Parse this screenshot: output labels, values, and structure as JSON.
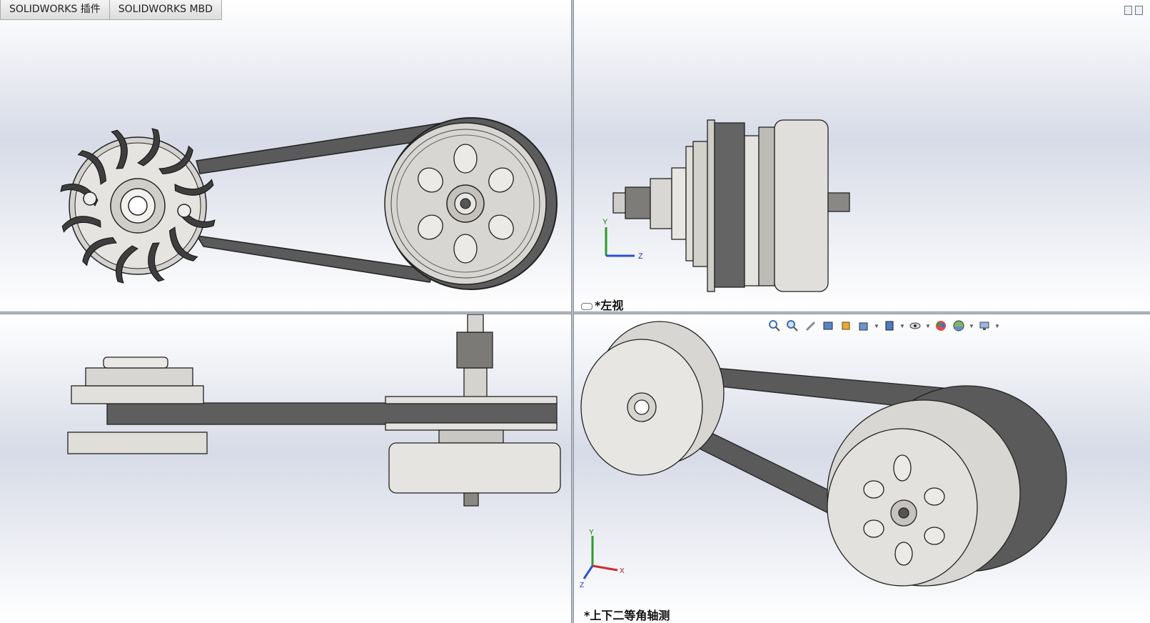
{
  "tabs": [
    "SOLIDWORKS 插件",
    "SOLIDWORKS MBD"
  ],
  "viewports": {
    "left_view_label": "*左视",
    "iso_view_label": "*上下二等角轴测"
  },
  "axes_left": {
    "y": "Y",
    "z": "Z"
  },
  "axes_iso": {
    "y": "Y",
    "x": "X",
    "z": "Z"
  },
  "heads_up_toolbar": [
    {
      "name": "zoom-to-fit-icon"
    },
    {
      "name": "zoom-to-area-icon"
    },
    {
      "name": "previous-view-icon"
    },
    {
      "name": "section-view-icon"
    },
    {
      "name": "dynamic-annotation-icon"
    },
    {
      "name": "view-orientation-icon",
      "dropdown": true
    },
    {
      "name": "display-style-icon",
      "dropdown": true
    },
    {
      "name": "hide-show-items-icon",
      "dropdown": true
    },
    {
      "name": "edit-appearance-icon"
    },
    {
      "name": "apply-scene-icon",
      "dropdown": true
    },
    {
      "name": "view-settings-icon",
      "dropdown": true
    }
  ],
  "colors": {
    "metal_light": "#eceae6",
    "metal_mid": "#b9b6b1",
    "belt": "#5a5a5a",
    "edge": "#2a2a2a"
  }
}
